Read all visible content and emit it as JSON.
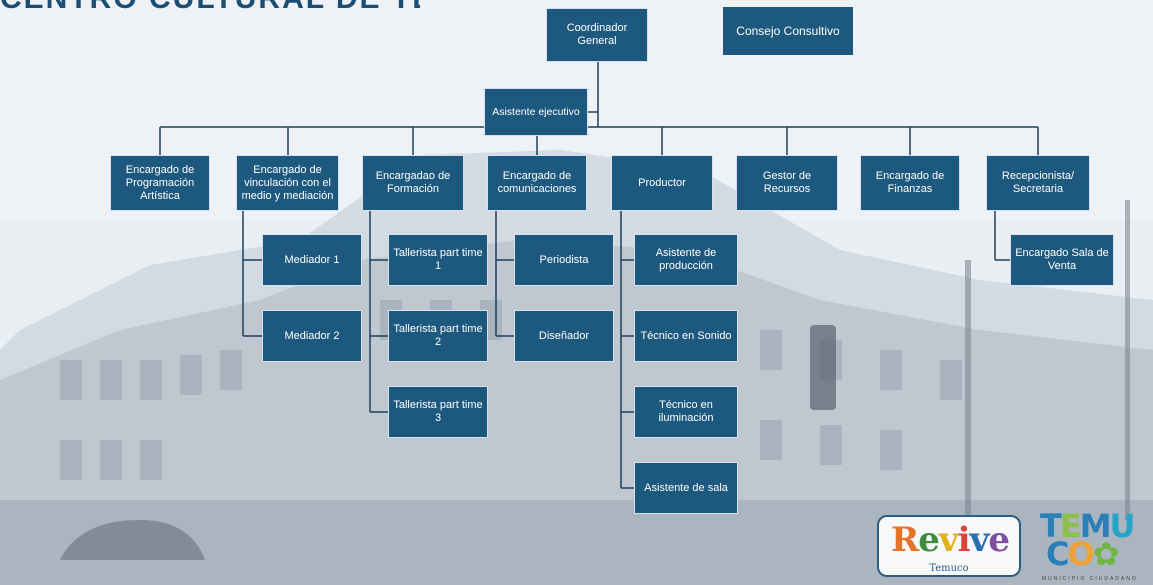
{
  "header": {
    "partial_title": "CENTRO CULTURAL DE TEMUCO"
  },
  "org": {
    "top": "Coordinador General",
    "consejo": "Consejo Consultivo",
    "asistente": "Asistente ejecutivo",
    "heads": [
      "Encargado de Programación Artística",
      "Encargado de vinculación con el medio y mediación",
      "Encargadao de Formación",
      "Encargado de comunicaciones",
      "Productor",
      "Gestor de Recursos",
      "Encargado de Finanzas",
      "Recepcionista/ Secretaria"
    ],
    "mediacion": [
      "Mediador 1",
      "Mediador 2"
    ],
    "formacion": [
      "Tallerista part time 1",
      "Tallerista part time 2",
      "Tallerista part time 3"
    ],
    "comunicaciones": [
      "Periodista",
      "Diseñador"
    ],
    "produccion": [
      "Asistente de producción",
      "Técnico en Sonido",
      "Técnico en iluminación",
      "Asistente de sala"
    ],
    "recepcion": [
      "Encargado Sala de Venta"
    ]
  },
  "logos": {
    "revive": {
      "word": "Revive",
      "sub": "Temuco"
    },
    "temuco": {
      "line1": "TEMU",
      "line2": "CO",
      "tag": "MUNICIPIO CIUDADANO"
    }
  },
  "colors": {
    "box": "#1d587e",
    "line": "#1d3f5a",
    "background": "#e9eef3"
  }
}
